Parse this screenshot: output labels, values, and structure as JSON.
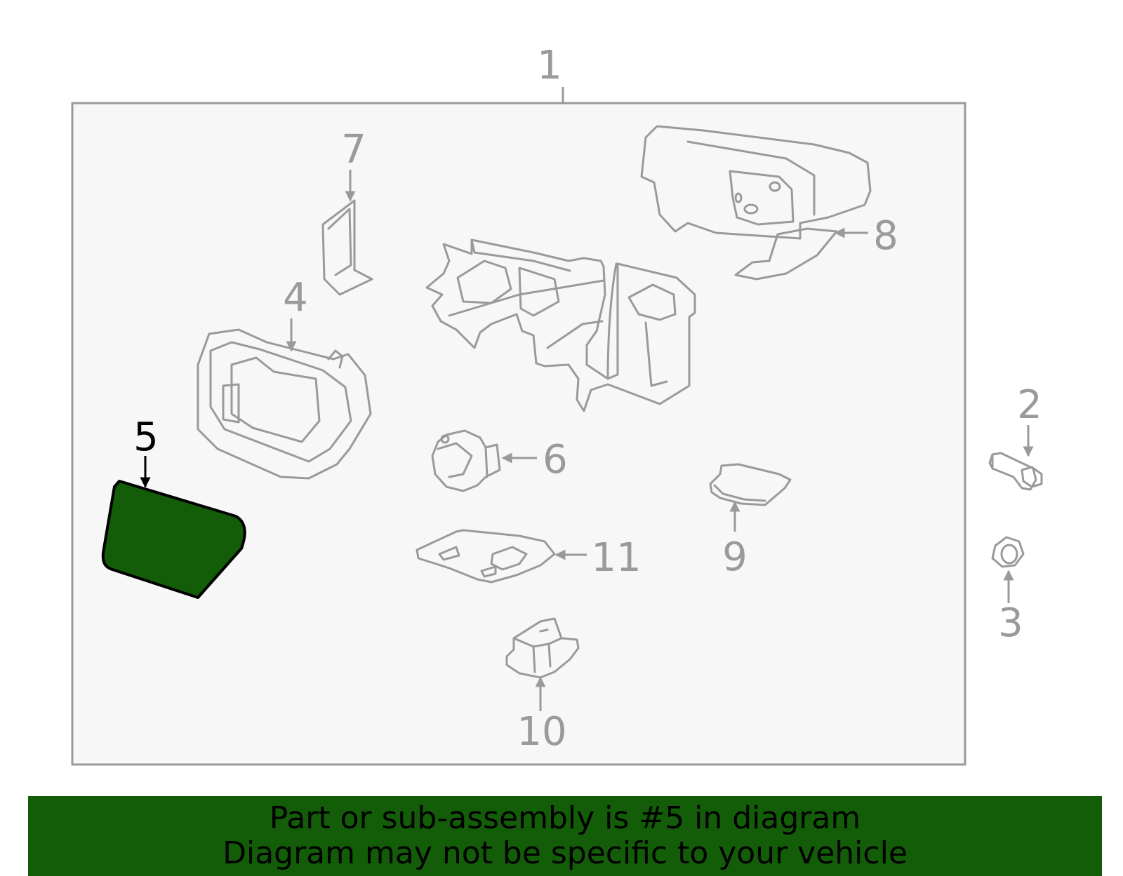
{
  "callouts": {
    "c1": "1",
    "c2": "2",
    "c3": "3",
    "c4": "4",
    "c5": "5",
    "c6": "6",
    "c7": "7",
    "c8": "8",
    "c9": "9",
    "c10": "10",
    "c11": "11"
  },
  "highlight": {
    "part_number": "5",
    "color": "#135d08"
  },
  "colors": {
    "frame_fill": "#f7f7f7",
    "line": "#9a9a9a",
    "highlight_text": "#000000"
  },
  "banner": {
    "line1": "Part or sub-assembly is #5 in diagram",
    "line2": "Diagram may not be specific to your vehicle"
  }
}
